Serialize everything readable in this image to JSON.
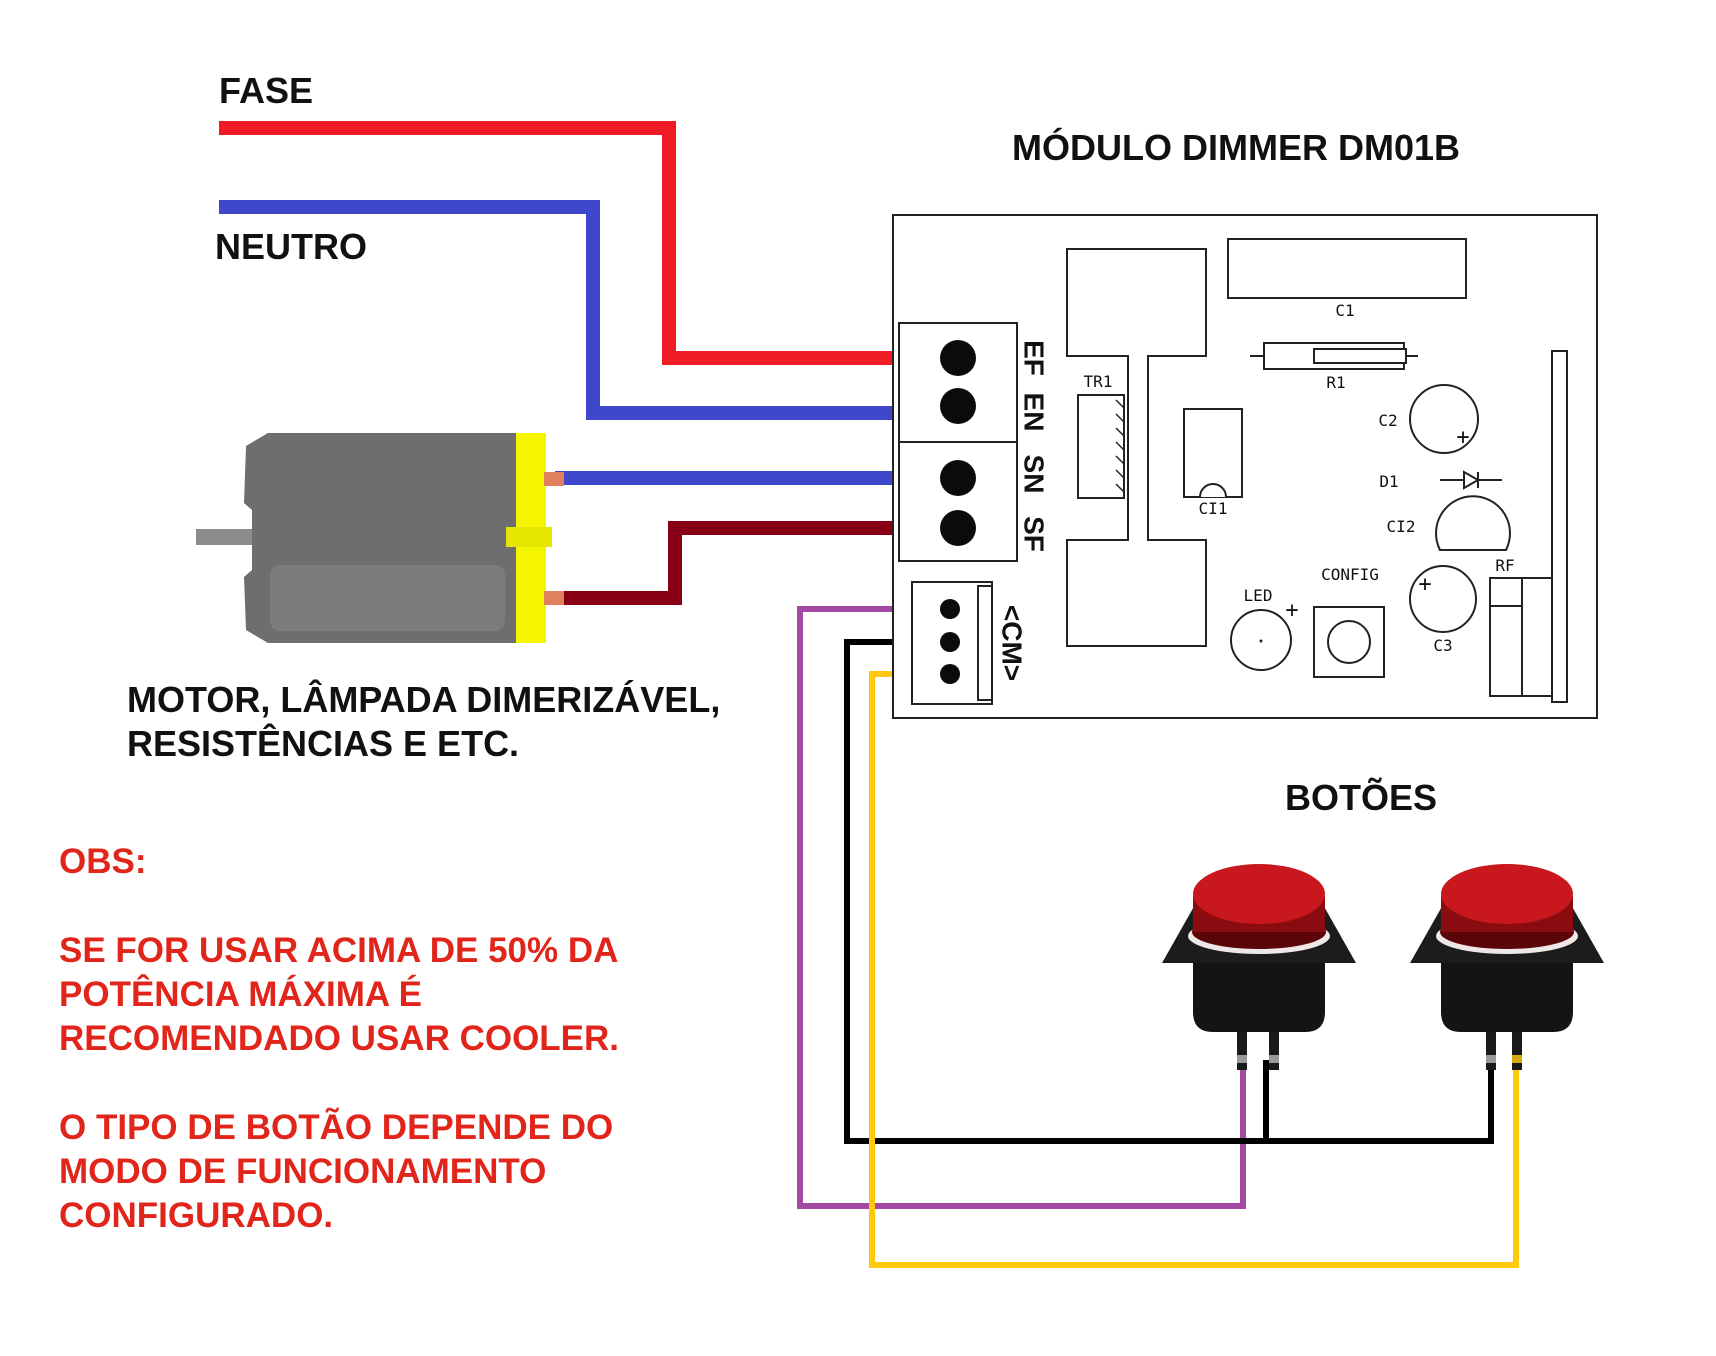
{
  "labels": {
    "fase": "FASE",
    "neutro": "NEUTRO",
    "module_title": "MÓDULO DIMMER DM01B",
    "load_line1": "MOTOR, LÂMPADA DIMERIZÁVEL,",
    "load_line2": "RESISTÊNCIAS E ETC.",
    "buttons_title": "BOTÕES"
  },
  "terminals": {
    "ef": "EF",
    "en": "EN",
    "sn": "SN",
    "sf": "SF",
    "cm": "<CM>"
  },
  "pcb": {
    "c1": "C1",
    "r1": "R1",
    "tr1": "TR1",
    "c2": "C2",
    "d1": "D1",
    "ci1": "CI1",
    "ci2": "CI2",
    "config": "CONFIG",
    "led": "LED",
    "c3": "C3",
    "rf": "RF",
    "plus": "+"
  },
  "notes": {
    "obs": "OBS:",
    "line1": "SE FOR USAR ACIMA DE 50% DA",
    "line2": "POTÊNCIA MÁXIMA É",
    "line3": "RECOMENDADO USAR COOLER.",
    "line4": "O TIPO DE BOTÃO DEPENDE DO",
    "line5": "MODO DE FUNCIONAMENTO",
    "line6": "CONFIGURADO."
  },
  "colors": {
    "fase_wire": "#ee1c25",
    "neutro_wire": "#3f48cc",
    "load_phase_wire": "#880015",
    "button_common_wire": "#000000",
    "button1_wire": "#a349a4",
    "button2_wire": "#ffc90e",
    "motor_body": "#6e6e6e",
    "motor_cap": "#f5f500",
    "button_cap": "#c8171d",
    "note_text": "#e1251b"
  }
}
